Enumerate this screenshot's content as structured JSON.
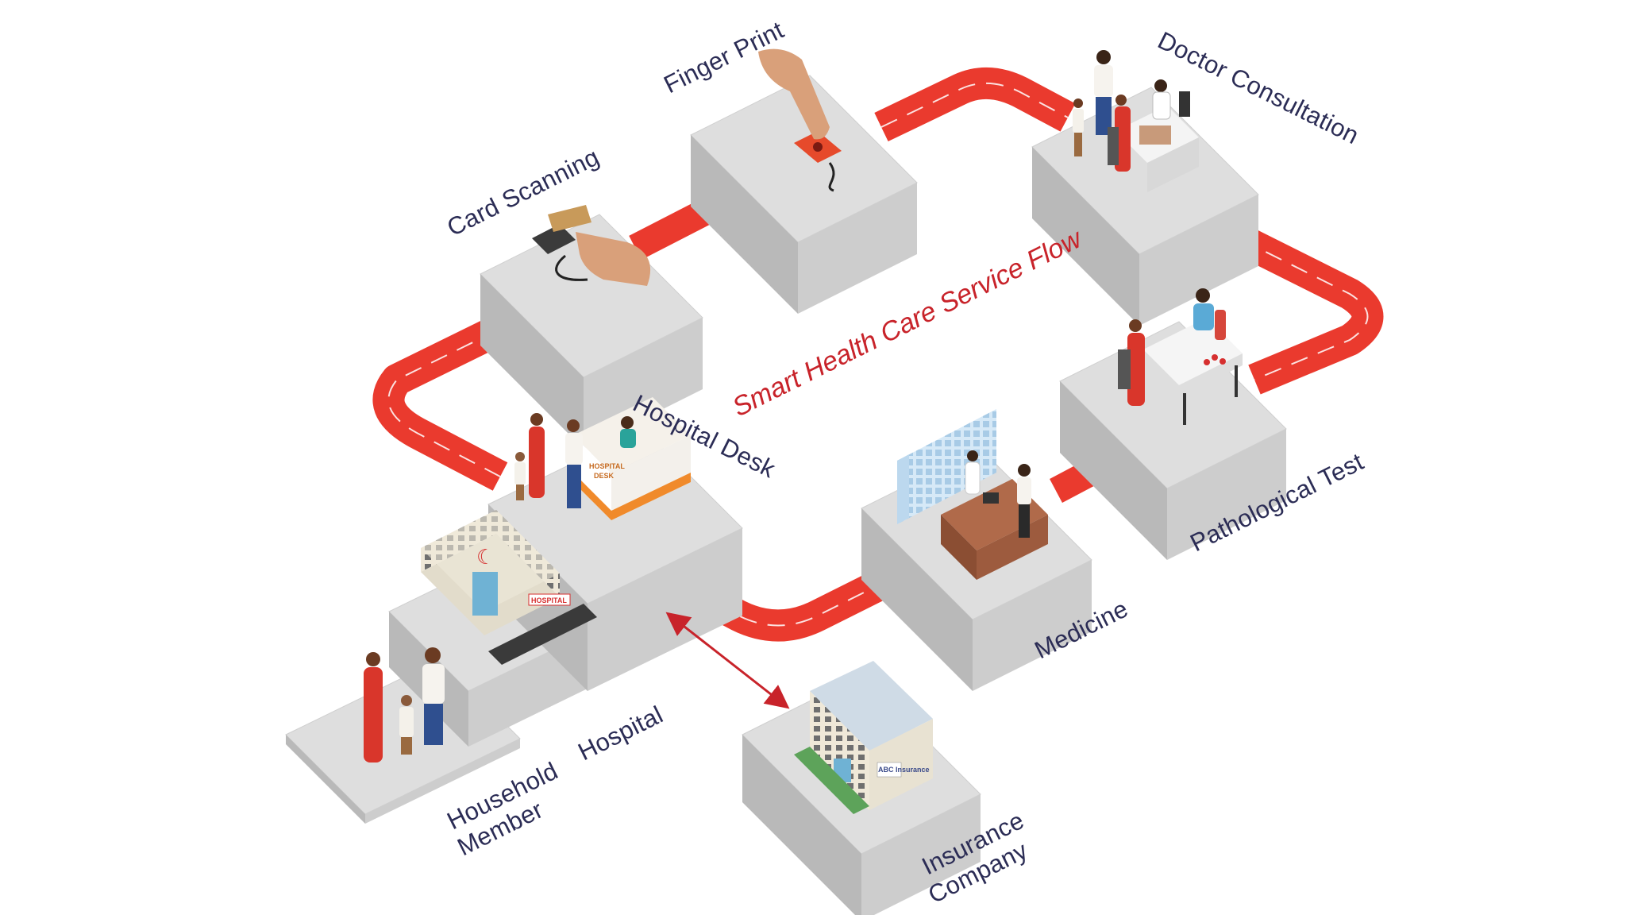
{
  "diagram": {
    "title": "Smart Health Care Service Flow",
    "colors": {
      "road": "#ea3a2e",
      "title": "#c8232a",
      "label": "#2b2c55",
      "platform_top": "#dedede",
      "platform_side": "#b9b9b9"
    },
    "nodes": [
      {
        "id": "household",
        "label": "Household Member"
      },
      {
        "id": "hospital",
        "label": "Hospital"
      },
      {
        "id": "hospital-desk",
        "label": "Hospital Desk"
      },
      {
        "id": "card-scanning",
        "label": "Card Scanning"
      },
      {
        "id": "finger-print",
        "label": "Finger Print"
      },
      {
        "id": "doctor-consultation",
        "label": "Doctor Consultation"
      },
      {
        "id": "pathological-test",
        "label": "Pathological Test"
      },
      {
        "id": "medicine",
        "label": "Medicine"
      },
      {
        "id": "insurance",
        "label": "Insurance Company"
      }
    ],
    "labels": {
      "household_line1": "Household",
      "household_line2": "Member",
      "hospital": "Hospital",
      "hospital_desk": "Hospital Desk",
      "card_scanning": "Card Scanning",
      "finger_print": "Finger Print",
      "doctor_consultation": "Doctor Consultation",
      "pathological_test": "Pathological Test",
      "medicine": "Medicine",
      "insurance_line1": "Insurance",
      "insurance_line2": "Company"
    },
    "signs": {
      "hospital_building": "HOSPITAL",
      "desk_line1": "HOSPITAL",
      "desk_line2": "DESK",
      "insurance_building": "ABC Insurance"
    },
    "edges": [
      {
        "from": "hospital-desk",
        "to": "card-scanning"
      },
      {
        "from": "card-scanning",
        "to": "finger-print"
      },
      {
        "from": "finger-print",
        "to": "doctor-consultation"
      },
      {
        "from": "doctor-consultation",
        "to": "pathological-test"
      },
      {
        "from": "pathological-test",
        "to": "medicine"
      },
      {
        "from": "medicine",
        "to": "hospital-desk"
      },
      {
        "from": "hospital-desk",
        "to": "insurance",
        "style": "double-arrow"
      }
    ],
    "icons": [
      "family-icon",
      "hospital-building-icon",
      "reception-desk-icon",
      "card-reader-icon",
      "fingerprint-scanner-icon",
      "doctor-desk-icon",
      "lab-test-icon",
      "pharmacy-icon",
      "insurance-building-icon"
    ]
  }
}
